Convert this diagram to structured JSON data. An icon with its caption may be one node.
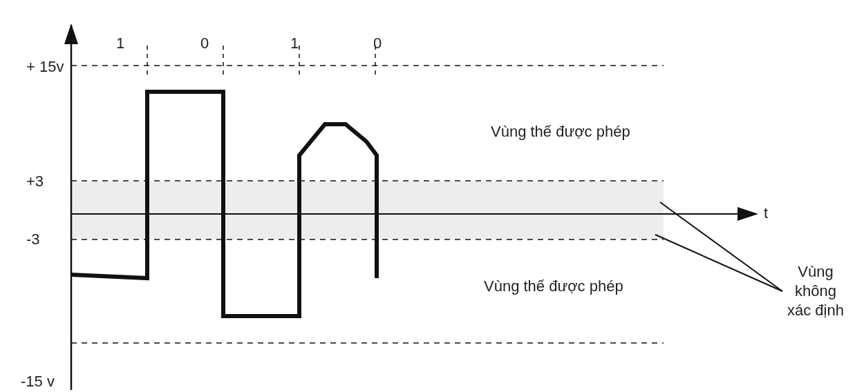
{
  "diagram": {
    "nodes": [
      {
        "text": [
          "Vùng không xác định"
        ]
      },
      {
        "text": [],
        "shape": "bar"
      }
    ],
    "edges": [
      {
        "from": 0,
        "to": 1,
        "arrow": "none"
      },
      {
        "from": 0,
        "to": 1,
        "arrow": "none"
      }
    ],
    "labels": [
      "1",
      "0",
      "1",
      "0",
      "+ 15v",
      "Vùng thế được phép",
      "+3",
      "t",
      "-3",
      "Vùng thế được phép",
      "-15 v"
    ]
  }
}
